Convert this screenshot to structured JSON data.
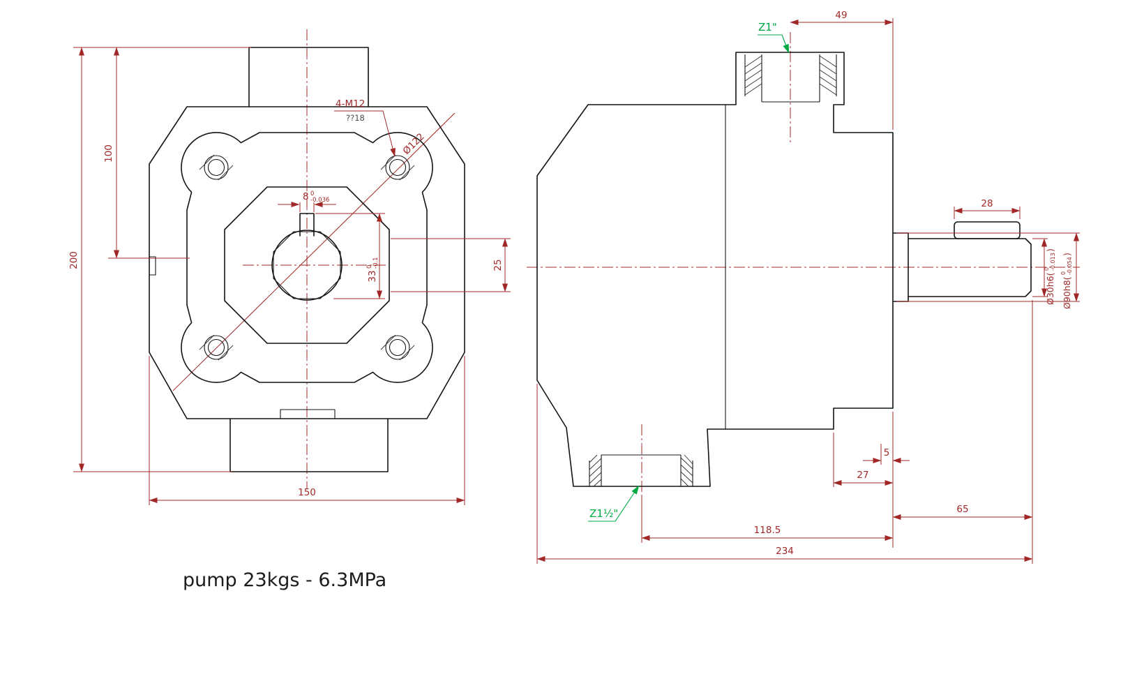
{
  "colors": {
    "outline": "#141414",
    "dimension": "#a12828",
    "port_label_green": "#00a843"
  },
  "footer": {
    "caption": "pump 23kgs - 6.3MPa"
  },
  "front_view": {
    "dim_total_height": "200",
    "dim_top_to_center": "100",
    "dim_width": "150",
    "dim_center_offset": "25",
    "bolt_callout": "4-M12",
    "bolt_depth": "??18",
    "pitch_circle_dia": "Ø122",
    "keyway_width": {
      "nominal": "8",
      "upper": "0",
      "lower": "-0.036"
    },
    "bore_keyway_height": {
      "nominal": "33",
      "upper": "0",
      "lower": "-0.1"
    }
  },
  "side_view": {
    "dim_port_to_face": "49",
    "dim_key_length": "28",
    "dim_5": "5",
    "dim_27": "27",
    "dim_65": "65",
    "dim_118_5": "118.5",
    "dim_total_length": "234",
    "shaft_dia": {
      "prefix": "Ø30h6(",
      "upper": "0",
      "lower": "-0.013",
      "suffix": ")"
    },
    "spigot_dia": {
      "prefix": "Ø90h8(",
      "upper": "0",
      "lower": "-0.054",
      "suffix": ")"
    },
    "port_top_label": "Z1\"",
    "port_bottom_label": "Z1½\""
  }
}
